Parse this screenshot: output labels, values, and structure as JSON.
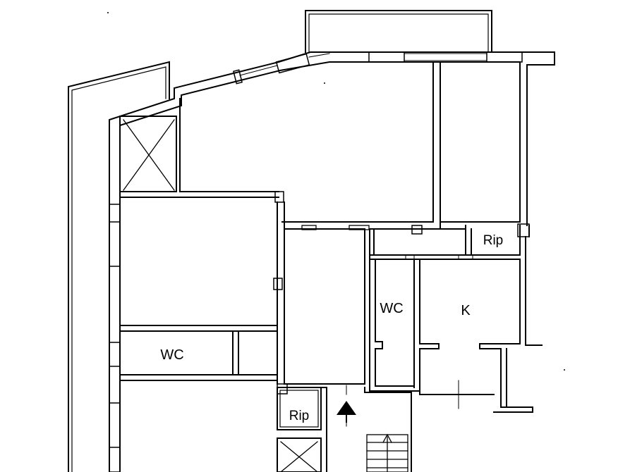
{
  "drawing": {
    "ink_color": "#000000",
    "paper_color": "#ffffff"
  },
  "rooms": {
    "wc_left": "WC",
    "wc_center": "WC",
    "kitchen": "K",
    "storage_upper": "Rip",
    "storage_lower": "Rip"
  },
  "symbols": {
    "entrance_arrow": "entrance-arrow-icon",
    "elevator_shaft": "elevator-shaft-icon",
    "staircase": "staircase-icon"
  }
}
